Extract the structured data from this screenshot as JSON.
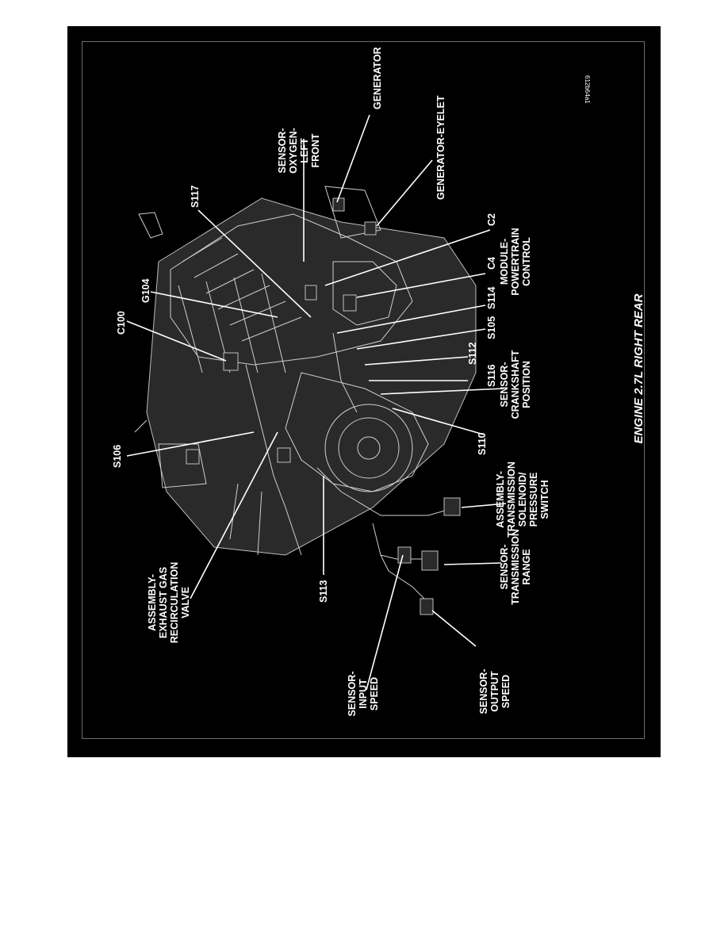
{
  "figure": {
    "caption": "ENGINE 2.7L RIGHT REAR",
    "code": "612b64a1"
  },
  "labels": {
    "sensor_oxygen_left_front": [
      "SENSOR-",
      "OXYGEN-",
      "LEFT",
      "FRONT"
    ],
    "generator": "GENERATOR",
    "s117": "S117",
    "generator_eyelet": "GENERATOR-EYELET",
    "c2": "C2",
    "module_pcm": [
      "MODULE-",
      "POWERTRAIN",
      "CONTROL"
    ],
    "c4": "C4",
    "g104": "G104",
    "s114": "S114",
    "c100": "C100",
    "s105": "S105",
    "s112": "S112",
    "s116": "S116",
    "sensor_crankshaft": [
      "SENSOR-",
      "CRANKSHAFT",
      "POSITION"
    ],
    "s110": "S110",
    "s106": "S106",
    "assembly_transmission_solenoid": [
      "ASSEMBLY-",
      "TRANSMISSION",
      "SOLENOID/",
      "PRESSURE",
      "SWITCH"
    ],
    "sensor_transmission_range": [
      "SENSOR-",
      "TRANSMISSION",
      "RANGE"
    ],
    "assembly_egr": [
      "ASSEMBLY-",
      "EXHAUST GAS",
      "RECIRCULATION",
      "VALVE"
    ],
    "s113": "S113",
    "sensor_input_speed": [
      "SENSOR-",
      "INPUT",
      "SPEED"
    ],
    "sensor_output_speed": [
      "SENSOR-",
      "OUTPUT",
      "SPEED"
    ]
  }
}
